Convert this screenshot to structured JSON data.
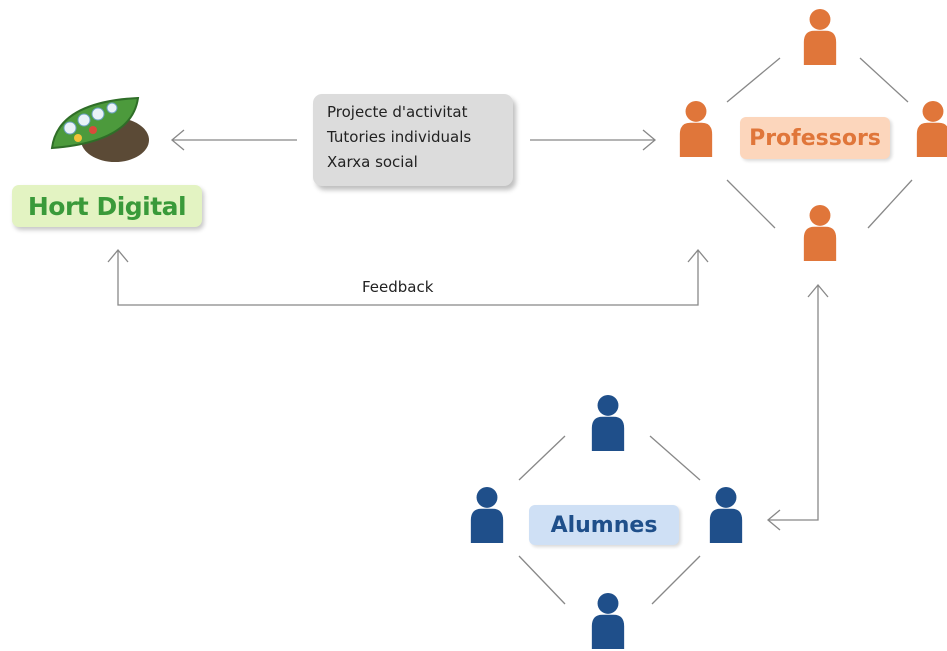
{
  "hort_digital": {
    "label": "Hort Digital",
    "logo_icon": "leaf-globe-logo-icon"
  },
  "info_box": {
    "lines": [
      "Projecte d'activitat",
      "Tutories individuals",
      "Xarxa social"
    ]
  },
  "feedback": {
    "label": "Feedback"
  },
  "professors": {
    "label": "Professors",
    "color": "#e0763a",
    "person_icon": "person-icon"
  },
  "alumnes": {
    "label": "Alumnes",
    "color": "#1f4f8a",
    "person_icon": "person-icon"
  },
  "colors": {
    "connector": "#888888",
    "hort_text": "#3a9a3a",
    "info_bg": "#dcdcdc"
  }
}
